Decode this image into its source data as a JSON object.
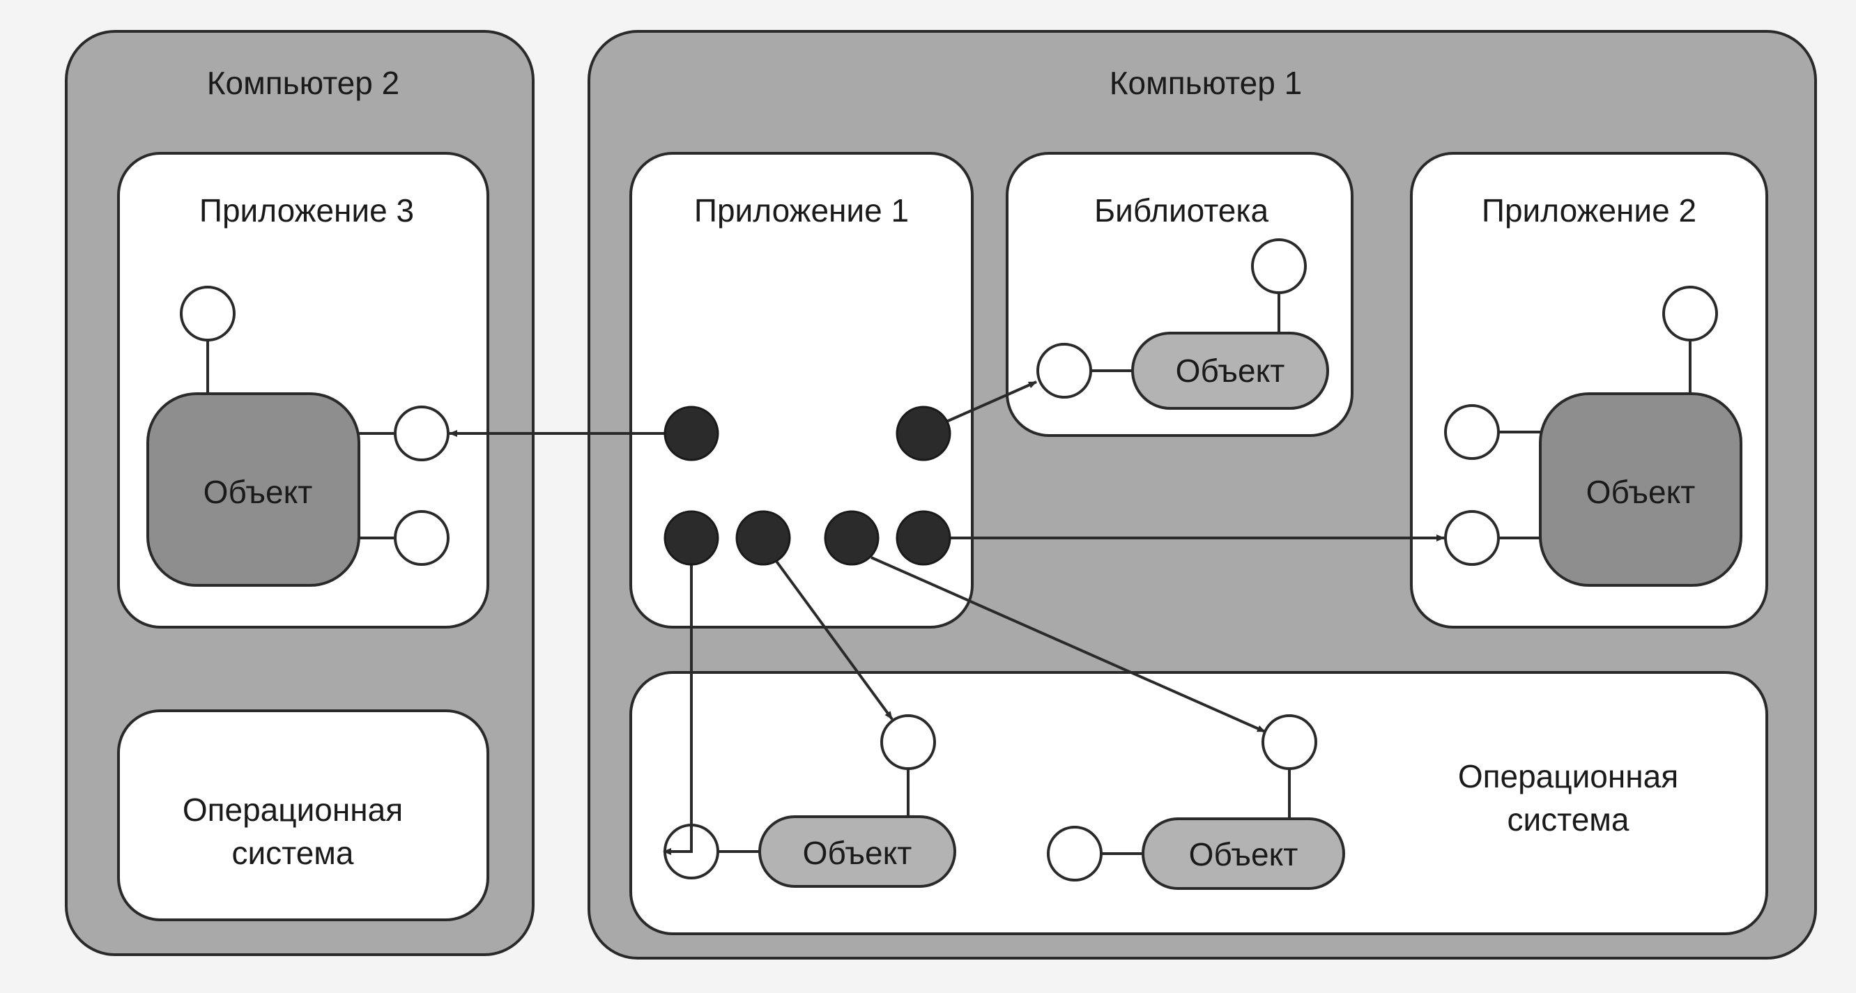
{
  "computers": {
    "computer1_title": "Компьютер 1",
    "computer2_title": "Компьютер 2"
  },
  "containers": {
    "app1": "Приложение 1",
    "app2": "Приложение 2",
    "app3": "Приложение 3",
    "library": "Библиотека",
    "os1_line1": "Операционная",
    "os1_line2": "система",
    "os2_line1": "Операционная",
    "os2_line2": "система"
  },
  "objects": {
    "app3_object": "Объект",
    "library_object": "Объект",
    "app2_object": "Объект",
    "os1_object_a": "Объект",
    "os1_object_b": "Объект"
  },
  "colors": {
    "computer_fill": "#a9a9a9",
    "container_fill": "#ffffff",
    "large_object_fill": "#8e8e8e",
    "small_object_fill": "#b3b3b3",
    "pointer_fill": "#2b2b2b",
    "line": "#2a2a2a"
  }
}
